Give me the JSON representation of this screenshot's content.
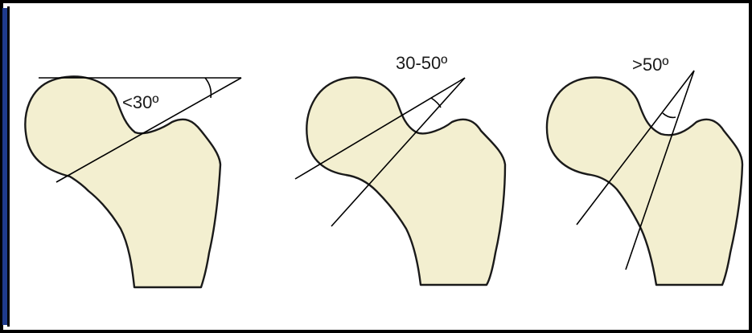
{
  "figures": [
    {
      "label": "<30º"
    },
    {
      "label": "30-50º"
    },
    {
      "label": ">50º"
    }
  ],
  "colors": {
    "bone_fill": "#f3efd0",
    "outline": "#1a1a1a",
    "frame_border": "#000000",
    "left_accent": "#1f3b8c"
  }
}
